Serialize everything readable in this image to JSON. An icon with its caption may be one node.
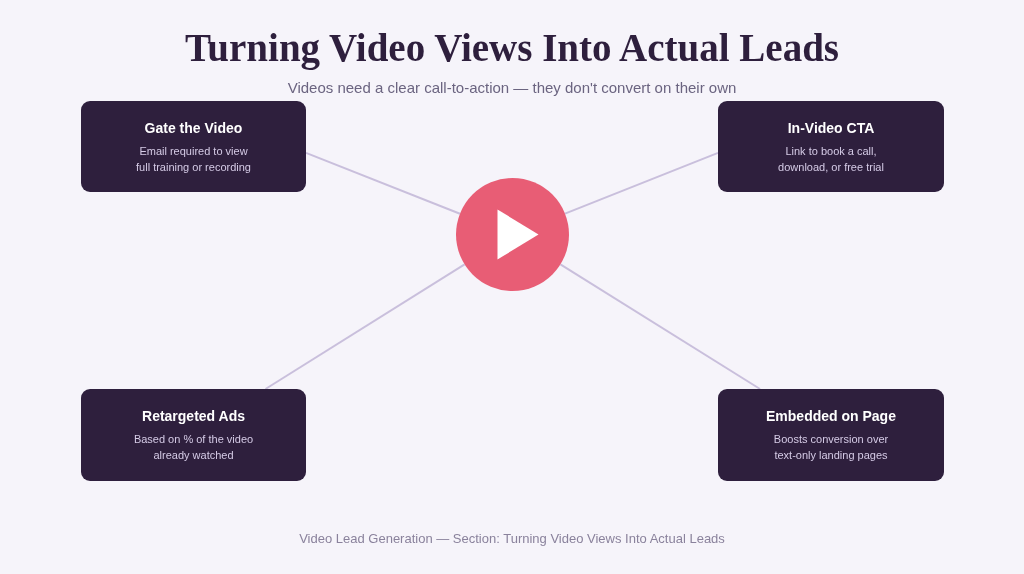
{
  "diagram": {
    "title": "Turning Video Views Into Actual Leads",
    "caption": "Video Lead Generation — Section: Turning Video Views Into Actual Leads",
    "nodes": [
      {
        "text": [
          "Gate the Video",
          "Email required to view full training or recording"
        ]
      },
      {
        "text": [
          "In-Video CTA",
          "Link to book a call, download, or free trial"
        ]
      },
      {
        "text": [],
        "shape": "circle"
      },
      {
        "text": [
          "Retargeted Ads",
          "Based on % of the video already watched"
        ]
      },
      {
        "text": [
          "Embedded on Page",
          "Boosts conversion over text-only landing pages"
        ]
      }
    ],
    "edges": [
      {
        "from": 2,
        "to": 0,
        "arrow": "none"
      },
      {
        "from": 2,
        "to": 1,
        "arrow": "none"
      },
      {
        "from": 2,
        "to": 3,
        "arrow": "none"
      },
      {
        "from": 2,
        "to": 4,
        "arrow": "none"
      }
    ],
    "labels": [
      "Videos need a clear call-to-action — they don't convert on their own"
    ]
  }
}
